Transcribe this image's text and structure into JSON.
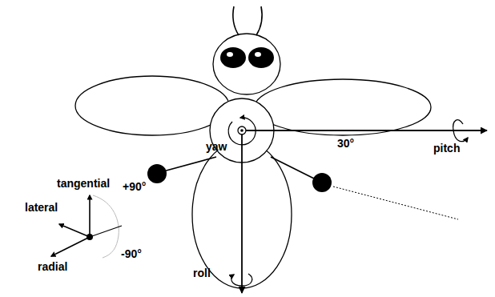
{
  "diagram": {
    "labels": [
      "yaw",
      "30°",
      "pitch",
      "roll",
      "tangential",
      "lateral",
      "+90°",
      "radial",
      "-90°"
    ]
  }
}
